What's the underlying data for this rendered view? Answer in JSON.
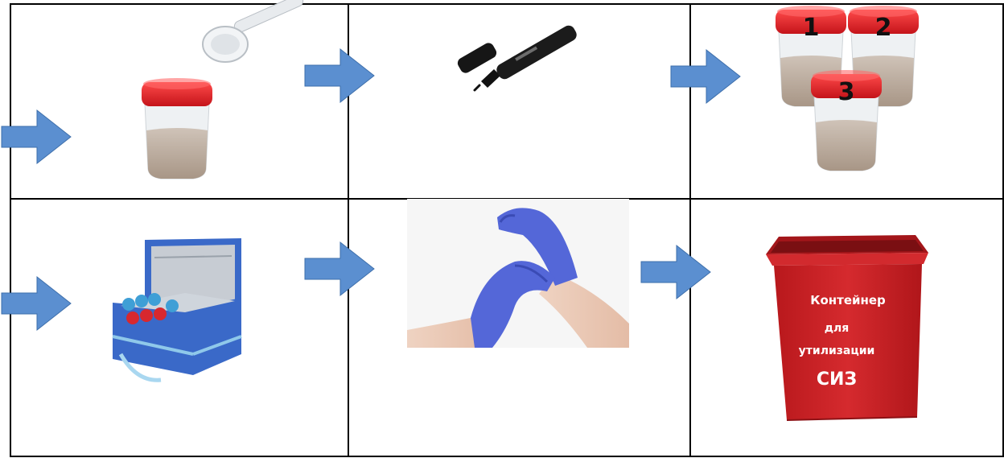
{
  "colors": {
    "arrow": "#5b8fd0",
    "arrow_outline": "#3e6fab",
    "lid_red": "#e0232a",
    "sand": "#b8a89b",
    "glove_blue": "#5467d8",
    "container_red": "#c81f23",
    "bag_blue": "#3a69c8"
  },
  "steps": [
    {
      "name": "sample-jar-with-scoop",
      "icons": [
        "sample-jar-icon",
        "scoop-icon"
      ]
    },
    {
      "name": "marker",
      "icons": [
        "marker-icon"
      ]
    },
    {
      "name": "numbered-jars",
      "labels": [
        "1",
        "2",
        "3"
      ],
      "icons": [
        "sample-jar-icon"
      ]
    },
    {
      "name": "cooler-bag",
      "icons": [
        "cooler-bag-icon"
      ]
    },
    {
      "name": "gloves",
      "icons": [
        "gloved-hands-icon"
      ]
    },
    {
      "name": "ppe-disposal-container",
      "label_lines": [
        "Контейнер",
        "для",
        "утилизации",
        "СИЗ"
      ],
      "icons": [
        "disposal-container-icon"
      ]
    }
  ]
}
